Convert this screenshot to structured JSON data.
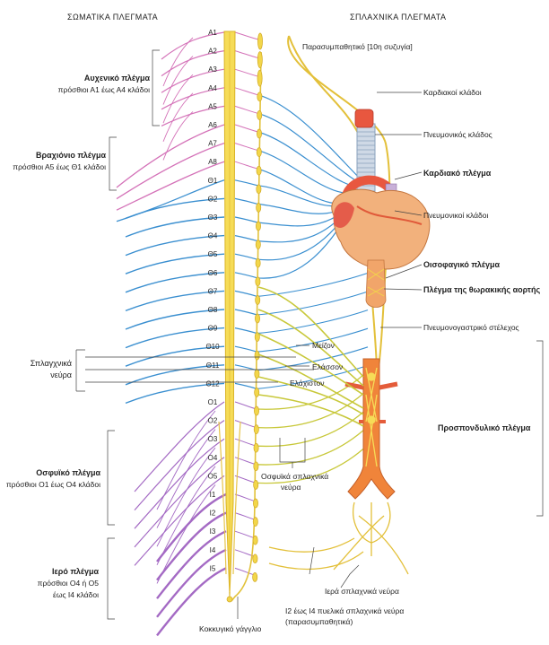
{
  "headers": {
    "somatic": "ΣΩΜΑΤΙΚΑ ΠΛΕΓΜΑΤΑ",
    "visceral": "ΣΠΛΑΧΝΙΚΑ ΠΛΕΓΜΑΤΑ"
  },
  "segments": [
    "A1",
    "A2",
    "A3",
    "A4",
    "A5",
    "A6",
    "A7",
    "A8",
    "Θ1",
    "Θ2",
    "Θ3",
    "Θ4",
    "Θ5",
    "Θ6",
    "Θ7",
    "Θ8",
    "Θ9",
    "Θ10",
    "Θ11",
    "Θ12",
    "Ο1",
    "Ο2",
    "Ο3",
    "Ο4",
    "Ο5",
    "Ι1",
    "Ι2",
    "Ι3",
    "Ι4",
    "Ι5"
  ],
  "somatic": {
    "cervical": {
      "title": "Αυχενικό πλέγμα",
      "desc": "πρόσθιοι Α1 έως Α4 κλάδοι"
    },
    "brachial": {
      "title": "Βραχιόνιο πλέγμα",
      "desc": "πρόσθιοι Α5 έως Θ1 κλάδοι"
    },
    "splanchnic": {
      "line1": "Σπλαγχνικά",
      "line2": "νεύρα"
    },
    "lumbar": {
      "title": "Οσφυϊκό πλέγμα",
      "desc": "πρόσθιοι Ο1 έως Ο4 κλάδοι"
    },
    "sacral": {
      "title": "Ιερό πλέγμα",
      "desc1": "πρόσθιοι Ο4 ή Ο5",
      "desc2": "έως Ι4 κλάδοι"
    }
  },
  "visceral": {
    "parasympathetic": "Παρασυμπαθητικό [10η συζυγία]",
    "cardiac_branches": "Καρδιακοί κλάδοι",
    "pulmonary_branch": "Πνευμονικός κλάδος",
    "cardiac_plexus": "Καρδιακό πλέγμα",
    "pulmonary_branches": "Πνευμονικοί κλάδοι",
    "esophageal_plexus": "Οισοφαγικό πλέγμα",
    "thoracic_aortic_plexus": "Πλέγμα της θωρακικής αορτής",
    "vagal_trunk": "Πνευμονογαστρικό στέλεχος",
    "greater": "Μείζον",
    "lesser": "Ελάσσον",
    "least": "Ελάχιστον",
    "prevertebral_plexus": "Προσπονδυλικό πλέγμα",
    "lumbar_splanchnic_1": "Οσφυϊκά σπλαχνικά",
    "lumbar_splanchnic_2": "νεύρα",
    "sacral_splanchnic": "Ιερά σπλαχνικά νεύρα",
    "pelvic_1": "Ι2 έως Ι4 πυελικά σπλαχνικά νεύρα",
    "pelvic_2": "(παρασυμπαθητικά)",
    "coccygeal_ganglion": "Κοκκυγικό γάγγλιο"
  },
  "colors": {
    "cervical": "#d472b8",
    "thoracic": "#3a8fd0",
    "lumbosacral": "#a46ac4",
    "sympathetic": "#c8c83a",
    "cord": "#f2d64a",
    "heart": "#f0b07a",
    "aorta": "#f0843a"
  }
}
